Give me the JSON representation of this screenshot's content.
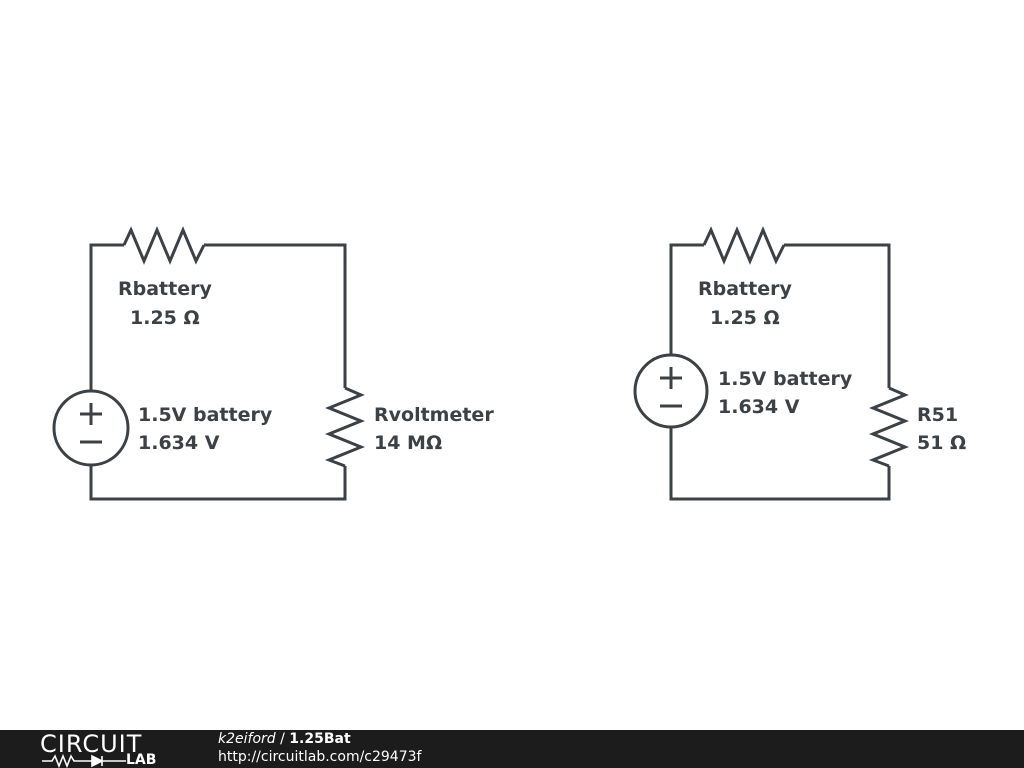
{
  "circuits": [
    {
      "rbattery": {
        "name": "Rbattery",
        "value": "1.25 Ω"
      },
      "battery": {
        "name": "1.5V battery",
        "value": "1.634 V"
      },
      "load": {
        "name": "Rvoltmeter",
        "value": "14 MΩ"
      }
    },
    {
      "rbattery": {
        "name": "Rbattery",
        "value": "1.25 Ω"
      },
      "battery": {
        "name": "1.5V battery",
        "value": "1.634 V"
      },
      "load": {
        "name": "R51",
        "value": "51 Ω"
      }
    }
  ],
  "footer": {
    "logo_top": "CIRCUIT",
    "logo_bottom": "LAB",
    "user": "k2eiford",
    "separator": " / ",
    "title": "1.25Bat",
    "url": "http://circuitlab.com/c29473f"
  },
  "colors": {
    "wire": "#3c4146",
    "footer_bg": "#1c1c1c",
    "footer_text": "#ffffff"
  }
}
